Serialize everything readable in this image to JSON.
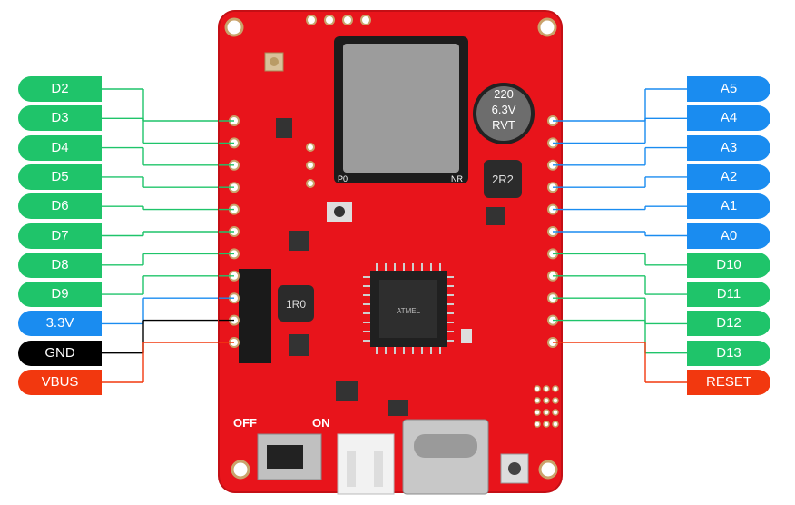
{
  "left_pins": [
    {
      "label": "D2",
      "color": "green"
    },
    {
      "label": "D3",
      "color": "green"
    },
    {
      "label": "D4",
      "color": "green"
    },
    {
      "label": "D5",
      "color": "green"
    },
    {
      "label": "D6",
      "color": "green"
    },
    {
      "label": "D7",
      "color": "green"
    },
    {
      "label": "D8",
      "color": "green"
    },
    {
      "label": "D9",
      "color": "green"
    },
    {
      "label": "3.3V",
      "color": "blue"
    },
    {
      "label": "GND",
      "color": "black"
    },
    {
      "label": "VBUS",
      "color": "red"
    }
  ],
  "right_pins": [
    {
      "label": "A5",
      "color": "blue"
    },
    {
      "label": "A4",
      "color": "blue"
    },
    {
      "label": "A3",
      "color": "blue"
    },
    {
      "label": "A2",
      "color": "blue"
    },
    {
      "label": "A1",
      "color": "blue"
    },
    {
      "label": "A0",
      "color": "blue"
    },
    {
      "label": "D10",
      "color": "green"
    },
    {
      "label": "D11",
      "color": "green"
    },
    {
      "label": "D12",
      "color": "green"
    },
    {
      "label": "D13",
      "color": "green"
    },
    {
      "label": "RESET",
      "color": "red"
    }
  ],
  "board": {
    "capacitor_text": [
      "220",
      "6.3V",
      "RVT"
    ],
    "inductor_top": "2R2",
    "inductor_bottom": "1R0",
    "switch_off": "OFF",
    "switch_on": "ON",
    "module_p0": "P0",
    "module_nr": "NR",
    "chip_text": "ATMEL"
  },
  "colors": {
    "board": "#e8141b",
    "green": "#1fc46a",
    "blue": "#1a8cf0",
    "black": "#000000",
    "red": "#f2380f"
  }
}
